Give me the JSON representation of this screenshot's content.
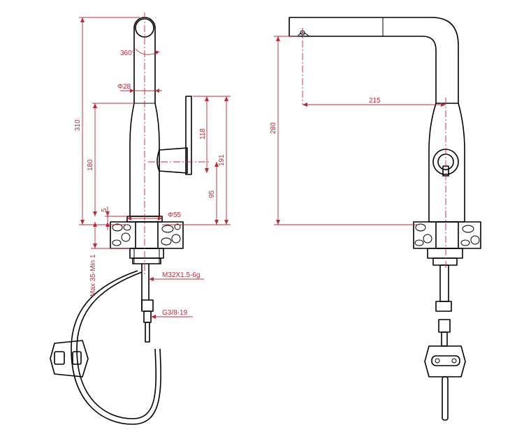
{
  "labels": {
    "rotation": "360°",
    "spout_diameter": "Φ28",
    "total_height": "310",
    "body_height": "180",
    "lever_height": "118",
    "lever_total": "191",
    "lever_offset": "95",
    "base_thickness": "5",
    "base_diameter": "Φ55",
    "mount_range": "Max 35-Min 1",
    "thread_main": "M32X1.5-6g",
    "thread_inlet": "G3/8-19",
    "side_height": "280",
    "reach": "215"
  },
  "colors": {
    "outline": "#000000",
    "dimension": "#c0283a"
  }
}
